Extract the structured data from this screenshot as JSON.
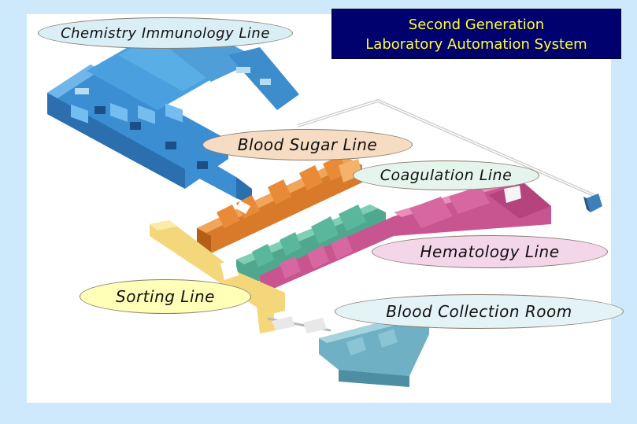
{
  "title": {
    "line1": "Second Generation",
    "line2": "Laboratory Automation System"
  },
  "labels": {
    "chemistry_immunology": "Chemistry Immunology Line",
    "blood_sugar": "Blood Sugar Line",
    "coagulation": "Coagulation Line",
    "hematology": "Hematology Line",
    "sorting": "Sorting Line",
    "blood_collection": "Blood Collection Room"
  },
  "colors": {
    "background": "#cde9fb",
    "title_bg": "#00006e",
    "title_text": "#ffff33",
    "chemistry_line": "#3a8fd0",
    "blood_sugar_line": "#d97a2a",
    "coagulation_line": "#4fa88e",
    "hematology_line": "#c8558f",
    "sorting_line": "#f3d77a",
    "blood_collection_line": "#6fb0c4"
  }
}
